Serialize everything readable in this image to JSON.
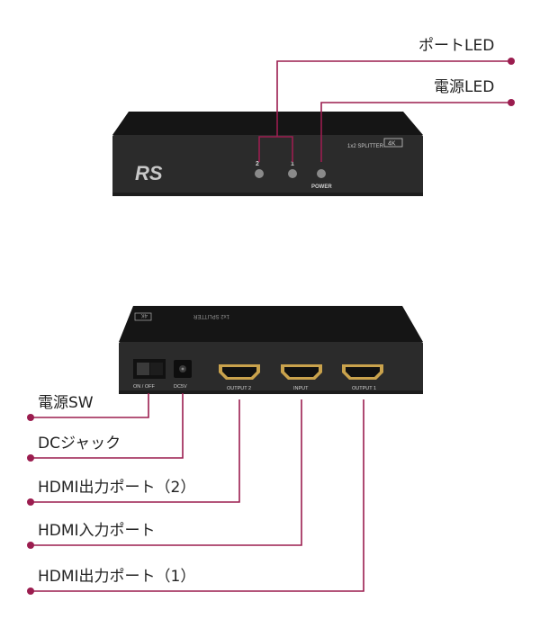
{
  "colors": {
    "accent": "#9b1d4f",
    "device": "#2b2b2b",
    "device_top": "#151515",
    "marking": "#c8c8c8"
  },
  "front_device": {
    "brand_logo": "RS",
    "model_text": "1x2 SPLITTER",
    "badge": "4K",
    "port_numbers": [
      "2",
      "1"
    ],
    "power_text": "POWER"
  },
  "rear_device": {
    "switch_text": "ON / OFF",
    "dc_text": "DC5V",
    "port_labels": [
      "OUTPUT 2",
      "INPUT",
      "OUTPUT 1"
    ],
    "top_text": "1x2 SPLITTER",
    "badge": "4K"
  },
  "callouts": {
    "port_led": "ポートLED",
    "power_led": "電源LED",
    "power_sw": "電源SW",
    "dc_jack": "DCジャック",
    "hdmi_out_2": "HDMI出力ポート（2）",
    "hdmi_in": "HDMI入力ポート",
    "hdmi_out_1": "HDMI出力ポート（1）"
  }
}
